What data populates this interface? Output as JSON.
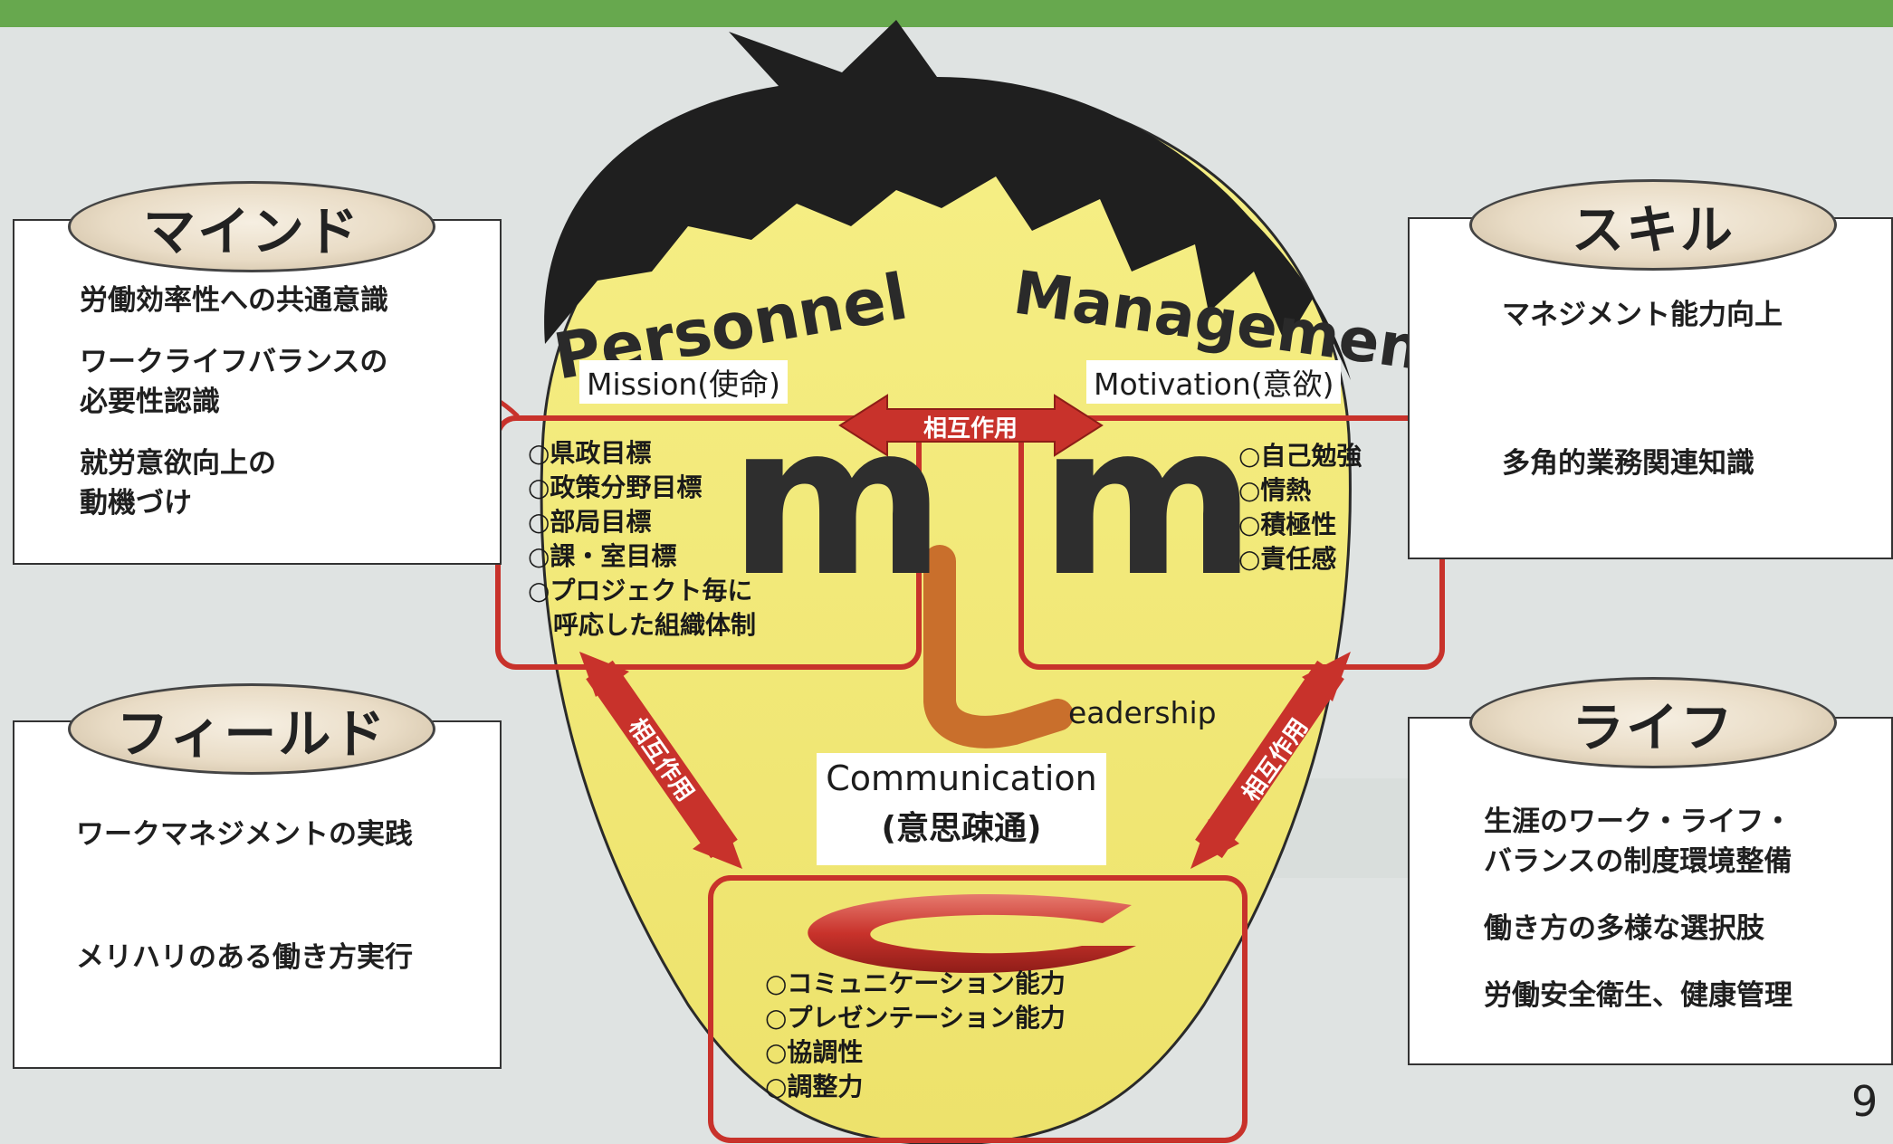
{
  "panels": {
    "mind": {
      "title": "マインド",
      "lines": [
        "労働効率性への共通意識",
        "ワークライフバランスの",
        "必要性認識",
        "就労意欲向上の",
        "動機づけ"
      ]
    },
    "field": {
      "title": "フィールド",
      "lines": [
        "ワークマネジメントの実践",
        "メリハリのある働き方実行"
      ]
    },
    "skill": {
      "title": "スキル",
      "lines": [
        "マネジメント能力向上",
        "多角的業務関連知識"
      ]
    },
    "life": {
      "title": "ライフ",
      "lines": [
        "生涯のワーク・ライフ・",
        "バランスの制度環境整備",
        "働き方の多様な選択肢",
        "労働安全衛生、健康管理"
      ]
    }
  },
  "face": {
    "personnel": "Personnel",
    "management": "Management",
    "mission_label": "Mission(使命)",
    "motivation_label": "Motivation(意欲)",
    "left_eye_letter": "m",
    "right_eye_letter": "m",
    "nose_label": "eadership",
    "communication": "Communication",
    "communication_jp": "(意思疎通)",
    "mouth_letter": "C",
    "interaction_label": "相互作用",
    "mission_items": [
      "○県政目標",
      "○政策分野目標",
      "○部局目標",
      "○課・室目標",
      "○プロジェクト毎に",
      "呼応した組織体制"
    ],
    "motivation_items": [
      "○自己勉強",
      "○情熱",
      "○積極性",
      "○責任感"
    ],
    "communication_items": [
      "○コミュニケーション能力",
      "○プレゼンテーション能力",
      "○協調性",
      "○調整力"
    ]
  },
  "page_number": "9",
  "colors": {
    "face": "#f2ea7a",
    "hair": "#1f1f1f",
    "accent_red": "#c8322b",
    "nose": "#c96f2c",
    "banner_green": "#67a84e"
  }
}
